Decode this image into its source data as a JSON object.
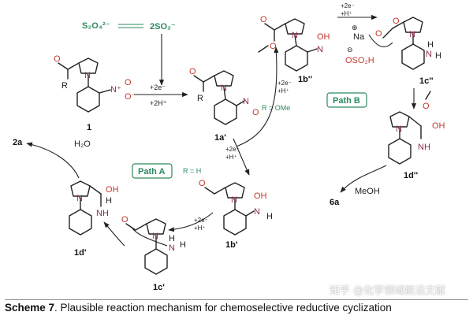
{
  "equilibrium": {
    "left": "S₂O₄²⁻",
    "arrow": "⇌",
    "right": "2SO₂⁻"
  },
  "labels": {
    "c1": "1",
    "c1a": "1a'",
    "c1b2": "1b''",
    "c1c2": "1c''",
    "c1d2": "1d''",
    "c1b": "1b'",
    "c1c": "1c'",
    "c1d": "1d'",
    "p2a": "2a",
    "p6a": "6a"
  },
  "reagents": {
    "step1_top": "+2e⁻",
    "step1_bot": "+2H⁺",
    "e_b2": "+2e⁻",
    "h_b2": "+H⁺",
    "e_c2": "+2e⁻",
    "h_c2": "+H⁺",
    "e_bA": "+2e⁻",
    "h_bA": "+H⁺",
    "e_cA": "+2e⁻",
    "h_cA": "+H⁺",
    "water": "H₂O",
    "meoh": "MeOH",
    "r_ome": "R = OMe",
    "r_h": "R = H",
    "na": "Na",
    "plus": "⊕",
    "minus": "⊖",
    "oso2h": "OSO₂H"
  },
  "atoms": {
    "O": "O",
    "N": "N",
    "NH": "NH",
    "OH": "OH",
    "H": "H",
    "R": "R",
    "Nplus": "N⁺",
    "Ominus": "O⁻"
  },
  "path_a": "Path A",
  "path_b": "Path B",
  "caption": {
    "bold": "Scheme 7",
    "text": ". Plausible reaction mechanism for chemoselective reductive cyclization"
  },
  "watermark": "知乎 @化学领域前沿文献",
  "colors": {
    "accent": "#2c8a5e",
    "oxygen": "#c0392b",
    "nitrogen": "#8e2a4f",
    "electron": "#1f3fa3"
  }
}
